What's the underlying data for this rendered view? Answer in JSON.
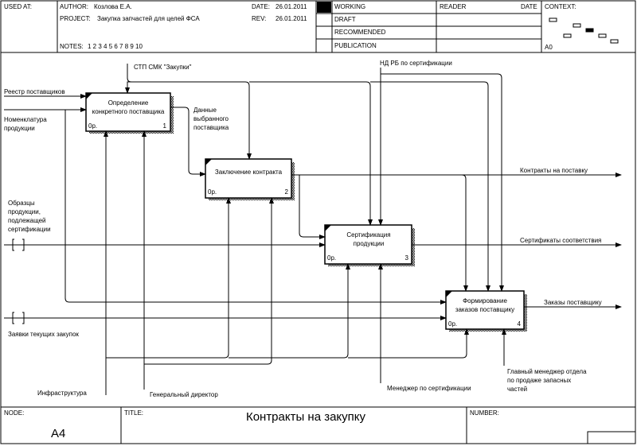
{
  "header": {
    "used_at_label": "USED AT:",
    "author_label": "AUTHOR:",
    "author": "Козлова Е.А.",
    "project_label": "PROJECT:",
    "project": "Закупка запчастей для целей ФСА",
    "date_label": "DATE:",
    "date": "26.01.2011",
    "rev_label": "REV:",
    "rev": "26.01.2011",
    "notes_label": "NOTES:",
    "notes": "1 2 3 4 5 6 7 8 9 10",
    "status": [
      "WORKING",
      "DRAFT",
      "RECOMMENDED",
      "PUBLICATION"
    ],
    "reader_label": "READER",
    "reader_date_label": "DATE",
    "context_label": "CONTEXT:",
    "context_node": "A0"
  },
  "boxes": [
    {
      "title": "Определение конкретного поставщика",
      "cost": "0р.",
      "num": "1"
    },
    {
      "title": "Заключение контракта",
      "cost": "0р.",
      "num": "2"
    },
    {
      "title": "Сертификация продукции",
      "cost": "0р.",
      "num": "3"
    },
    {
      "title": "Формирование заказов поставщику",
      "cost": "0р.",
      "num": "4"
    }
  ],
  "arrows": {
    "control_stp": "СТП СМК \"Закупки\"",
    "control_nd": "НД РБ по сертификации",
    "input_registry": "Реестр поставщиков",
    "input_nomenclature": "Номенклатура продукции",
    "input_samples": "Образцы продукции, подлежащей сертификации",
    "input_requests": "Заявки текущих закупок",
    "data_selected": "Данные выбранного поставщика",
    "output_contracts": "Контракты на поставку",
    "output_certificates": "Сертификаты соответствия",
    "output_orders": "Заказы поставщику",
    "mech_infra": "Инфраструктура",
    "mech_director": "Генеральный директор",
    "mech_cert_manager": "Менеджер по сертификации",
    "mech_chief_manager": "Главный менеджер отдела по продаже запасных частей"
  },
  "footer": {
    "node_label": "NODE:",
    "node": "A4",
    "title_label": "TITLE:",
    "title": "Контракты на закупку",
    "number_label": "NUMBER:"
  }
}
